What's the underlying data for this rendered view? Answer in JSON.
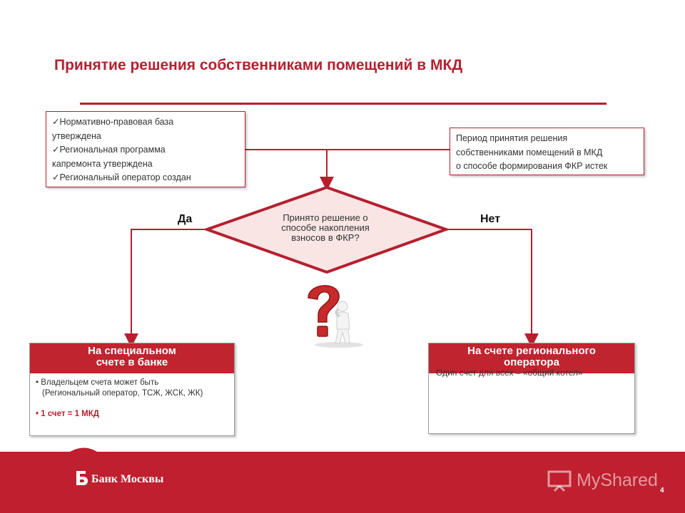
{
  "header": {
    "title": "Принятие решения собственниками помещений в МКД"
  },
  "prerequisites": {
    "lines": [
      "✓Нормативно-правовая база",
      "утверждена",
      "✓Региональная программа",
      "капремонта утверждена",
      "✓Региональный оператор создан"
    ]
  },
  "period": {
    "lines": [
      "Период принятия решения",
      "собственниками помещений в МКД",
      "о способе формирования ФКР истек"
    ]
  },
  "decision": {
    "lines": [
      "Принято решение о",
      "способе накопления",
      "взносов в ФКР?"
    ],
    "yes_label": "Да",
    "no_label": "Нет"
  },
  "left_result": {
    "title_lines": [
      "На специальном",
      "счете в банке"
    ],
    "items": [
      "Владельцем счета может быть",
      "(Региональный оператор, ТСЖ, ЖСК, ЖК)"
    ],
    "highlight": "1 счет = 1 МКД"
  },
  "right_result": {
    "title_lines": [
      "На счете регионального",
      "оператора"
    ],
    "text": "Один счет для всех – «общий котел»"
  },
  "footer": {
    "bank_name": "Банк Москвы",
    "page_number": "4",
    "watermark": "MyShared"
  },
  "colors": {
    "accent": "#b5202f",
    "footer": "#bf1f2e",
    "diamond_fill": "#f8e5e4"
  }
}
